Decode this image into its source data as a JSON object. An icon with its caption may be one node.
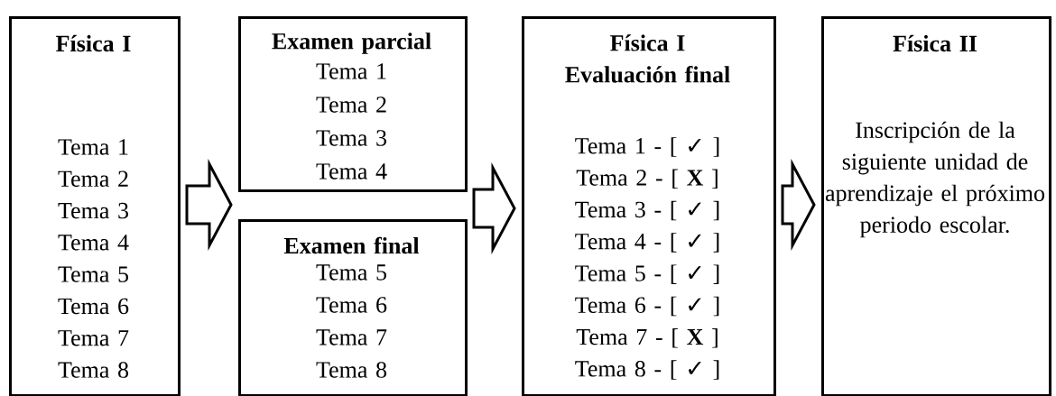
{
  "diagram": {
    "nodes": [
      {
        "text": [
          "Física I",
          "Tema 1",
          "Tema 2",
          "Tema 3",
          "Tema 4",
          "Tema 5",
          "Tema 6",
          "Tema 7",
          "Tema 8"
        ]
      },
      {
        "text": [
          "Examen parcial",
          "Tema 1",
          "Tema 2",
          "Tema 3",
          "Tema 4"
        ]
      },
      {
        "text": [
          "Examen final",
          "Tema 5",
          "Tema 6",
          "Tema 7",
          "Tema 8"
        ]
      },
      {
        "text": [
          "Física I Evaluación final",
          "Tema 1 - [ ✓ ]",
          "Tema 2 - [ **X** ]",
          "Tema 3 - [ ✓ ]",
          "Tema 4 - [ ✓ ]",
          "Tema 5 - [ ✓ ]",
          "Tema 6 - [ ✓ ]",
          "Tema 7 - [ **X** ]",
          "Tema 8 - [ ✓ ]"
        ]
      },
      {
        "text": [
          "Física II",
          "Inscripción de la siguiente unidad de aprendizaje el próximo periodo escolar."
        ]
      }
    ],
    "edges": [
      {
        "from": 0,
        "to": 1,
        "arrow": "to"
      },
      {
        "from": 0,
        "to": 2,
        "arrow": "to"
      },
      {
        "from": 1,
        "to": 3,
        "arrow": "to"
      },
      {
        "from": 2,
        "to": 3,
        "arrow": "to"
      },
      {
        "from": 3,
        "to": 4,
        "arrow": "to"
      }
    ]
  }
}
